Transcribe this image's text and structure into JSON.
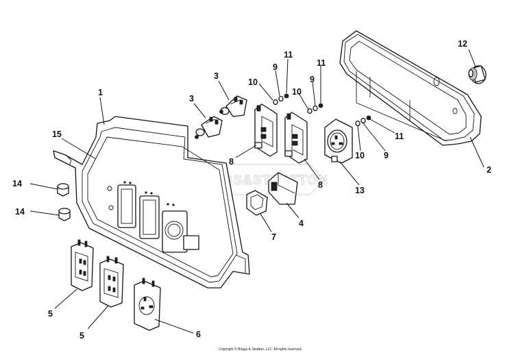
{
  "watermark": {
    "text": "BRIGGS&STRATTON"
  },
  "copyright": "Copyright © Briggs & Stratton, LLC. All rights reserved.",
  "callouts": {
    "c1": "1",
    "c2": "2",
    "c3a": "3",
    "c3b": "3",
    "c4": "4",
    "c5a": "5",
    "c5b": "5",
    "c6": "6",
    "c7": "7",
    "c8a": "8",
    "c8b": "8",
    "c9a": "9",
    "c9b": "9",
    "c9c": "9",
    "c10a": "10",
    "c10b": "10",
    "c10c": "10",
    "c11a": "11",
    "c11b": "11",
    "c11c": "11",
    "c12": "12",
    "c13": "13",
    "c14a": "14",
    "c14b": "14",
    "c15": "15"
  }
}
